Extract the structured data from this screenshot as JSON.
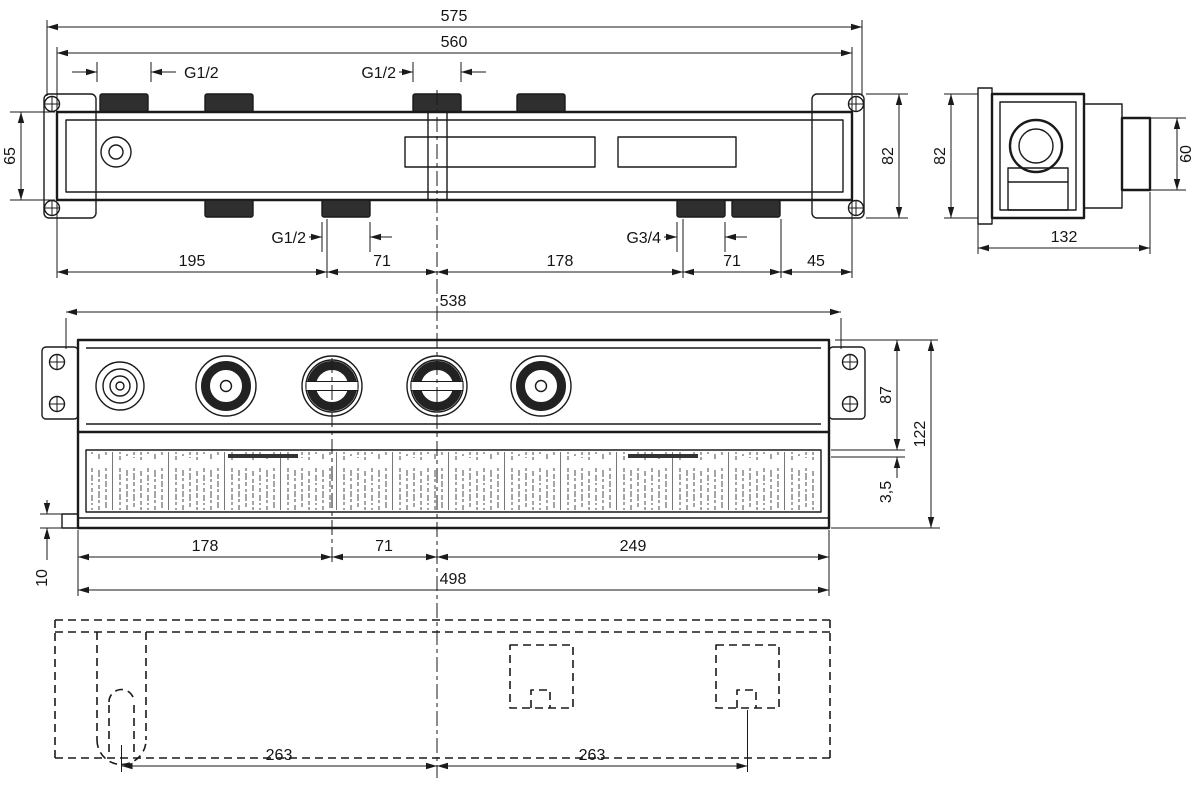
{
  "ink_color": "#1a1a1a",
  "top_view": {
    "overall_width": "575",
    "mounting_width": "560",
    "top_thread_left": "G1/2",
    "top_thread_right": "G1/2",
    "height_left": "65",
    "height_right": "82",
    "bottom_thread_left": "G1/2",
    "bottom_thread_right": "G3/4",
    "bottom_chain": [
      "195",
      "71",
      "178",
      "71",
      "45"
    ]
  },
  "side_view": {
    "height": "82",
    "cutout_height": "60",
    "depth": "132"
  },
  "front_view": {
    "width": "538",
    "body_height": "87",
    "total_height": "122",
    "plate_thickness": "3,5",
    "rail_height": "10",
    "bottom_chain": [
      "178",
      "71",
      "249"
    ],
    "bottom_total": "498"
  },
  "template_view": {
    "span_left": "263",
    "span_right": "263"
  }
}
